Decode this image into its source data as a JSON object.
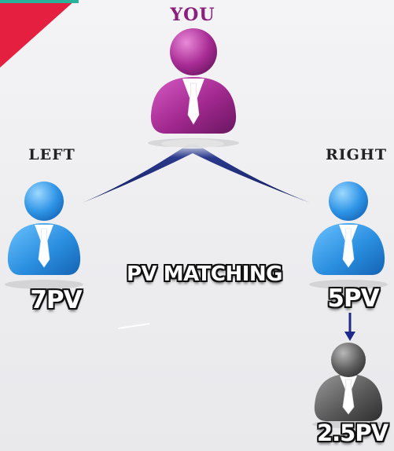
{
  "nodes": {
    "you": {
      "label": "YOU"
    },
    "left": {
      "label": "LEFT",
      "value": "7PV"
    },
    "right": {
      "label": "RIGHT",
      "value": "5PV"
    },
    "bottom": {
      "value": "2.5PV"
    }
  },
  "center_caption": "PV MATCHING",
  "colors": {
    "you_person": "#a0288e",
    "you_label": "#8a1f7c",
    "leg_person": "#2b8fe0",
    "bottom_person": "#555555",
    "connector": "#1c2f7a",
    "arrow": "#1e2a8a",
    "corner_red": "#e51f3f",
    "corner_teal": "#2ab39a"
  },
  "icons": {
    "person": "person-with-tie-icon",
    "arrow": "arrow-down-icon"
  }
}
